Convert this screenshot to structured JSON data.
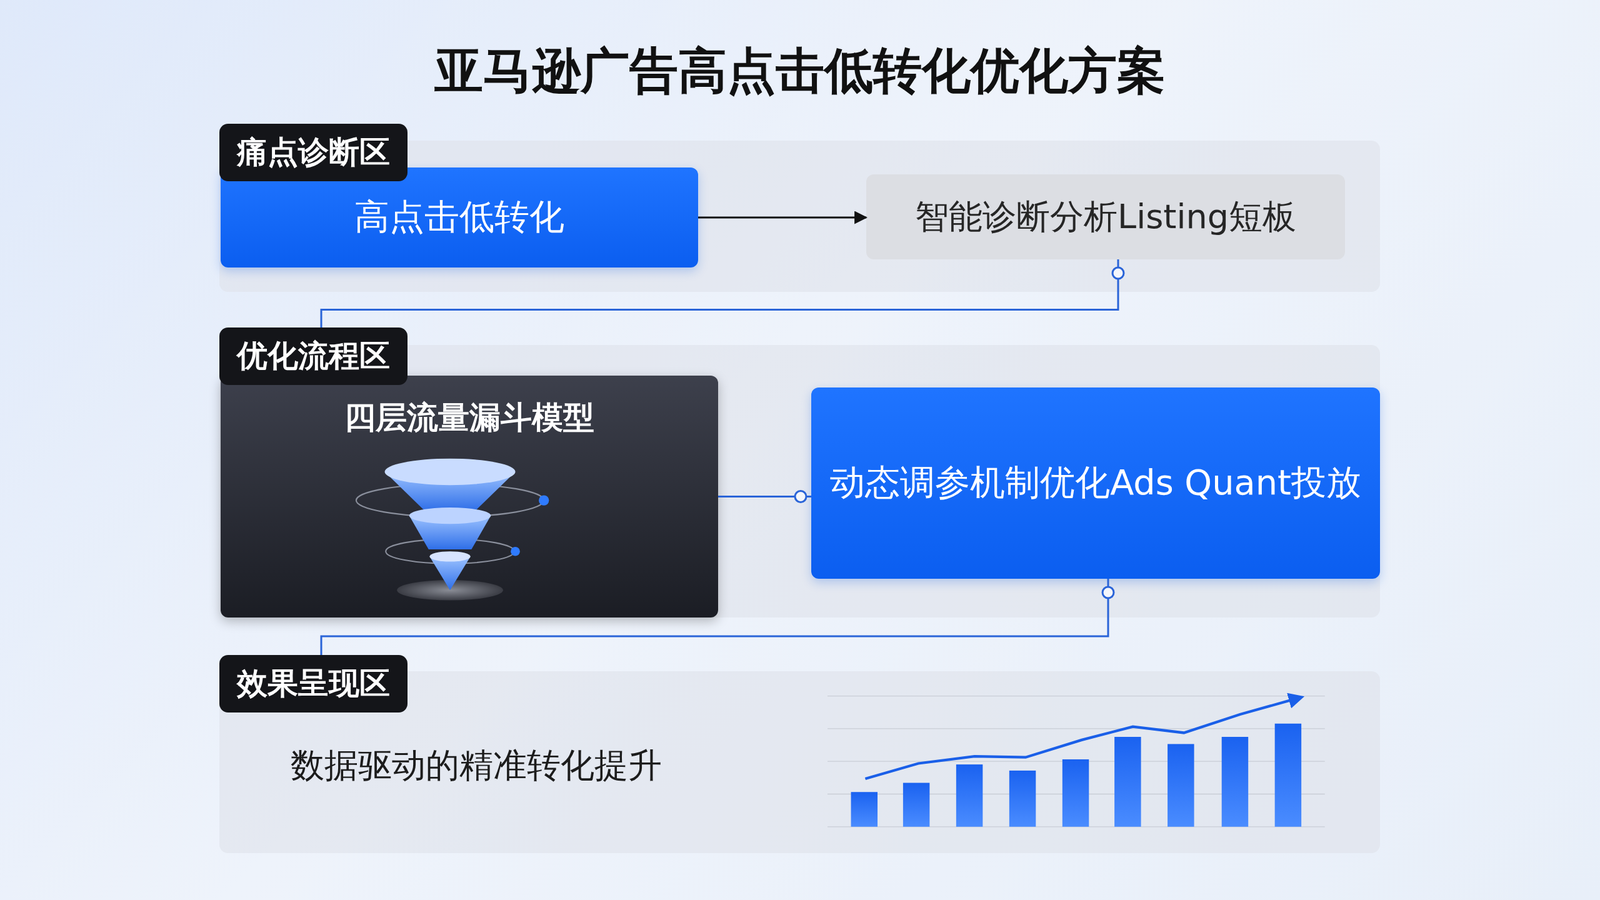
{
  "diagram": {
    "title": "亚马逊广告高点击低转化优化方案",
    "nodes": [
      {
        "text": [
          "痛点诊断区"
        ]
      },
      {
        "text": [
          "高点击低转化"
        ],
        "in": 0
      },
      {
        "text": [
          "智能诊断分析Listing短板"
        ],
        "in": 0
      },
      {
        "text": [
          "优化流程区"
        ]
      },
      {
        "text": [
          "四层流量漏斗模型"
        ],
        "in": 3
      },
      {
        "text": [
          "动态调参机制优化Ads Quant投放"
        ],
        "in": 3
      },
      {
        "text": [
          "效果呈现区",
          "数据驱动的精准转化提升"
        ]
      }
    ],
    "edges": [
      {
        "from": 1,
        "to": 2,
        "arrow": "to"
      },
      {
        "from": 2,
        "to": 3,
        "arrow": "none"
      },
      {
        "from": 4,
        "to": 5,
        "arrow": "none"
      },
      {
        "from": 5,
        "to": 6,
        "arrow": "none"
      }
    ]
  }
}
